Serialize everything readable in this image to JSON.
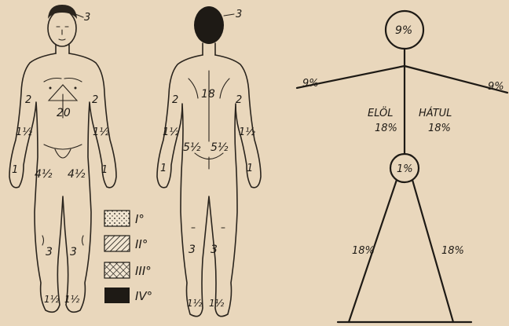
{
  "front_figure": {
    "head": "3",
    "chest": "20",
    "upper_arm_left": "2",
    "upper_arm_right": "2",
    "forearm_left": "1½",
    "forearm_right": "1½",
    "hand_left": "1",
    "hand_right": "1",
    "thigh_left": "4½",
    "thigh_right": "4½",
    "shin_left": "3",
    "shin_right": "3",
    "foot_left": "1½",
    "foot_right": "1½"
  },
  "back_figure": {
    "head": "3",
    "back": "18",
    "upper_arm_left": "2",
    "upper_arm_right": "2",
    "forearm_left": "1½",
    "forearm_right": "1½",
    "hand_left": "1",
    "hand_right": "1",
    "buttock_left": "5½",
    "buttock_right": "5½",
    "shin_left": "3",
    "shin_right": "3",
    "foot_left": "1½",
    "foot_right": "1½"
  },
  "legend": [
    {
      "label": "I°",
      "pattern": "dots"
    },
    {
      "label": "II°",
      "pattern": "hatch"
    },
    {
      "label": "III°",
      "pattern": "cross"
    },
    {
      "label": "IV°",
      "pattern": "solid"
    }
  ],
  "stick_figure": {
    "head": "9%",
    "arm_left": "9%",
    "arm_right": "9%",
    "front_label": "ELÖL",
    "front_value": "18%",
    "back_label": "HÁTUL",
    "back_value": "18%",
    "genital": "1%",
    "leg_left": "18%",
    "leg_right": "18%"
  },
  "colors": {
    "background": "#e9d7bc",
    "ink": "#1e1a15"
  }
}
